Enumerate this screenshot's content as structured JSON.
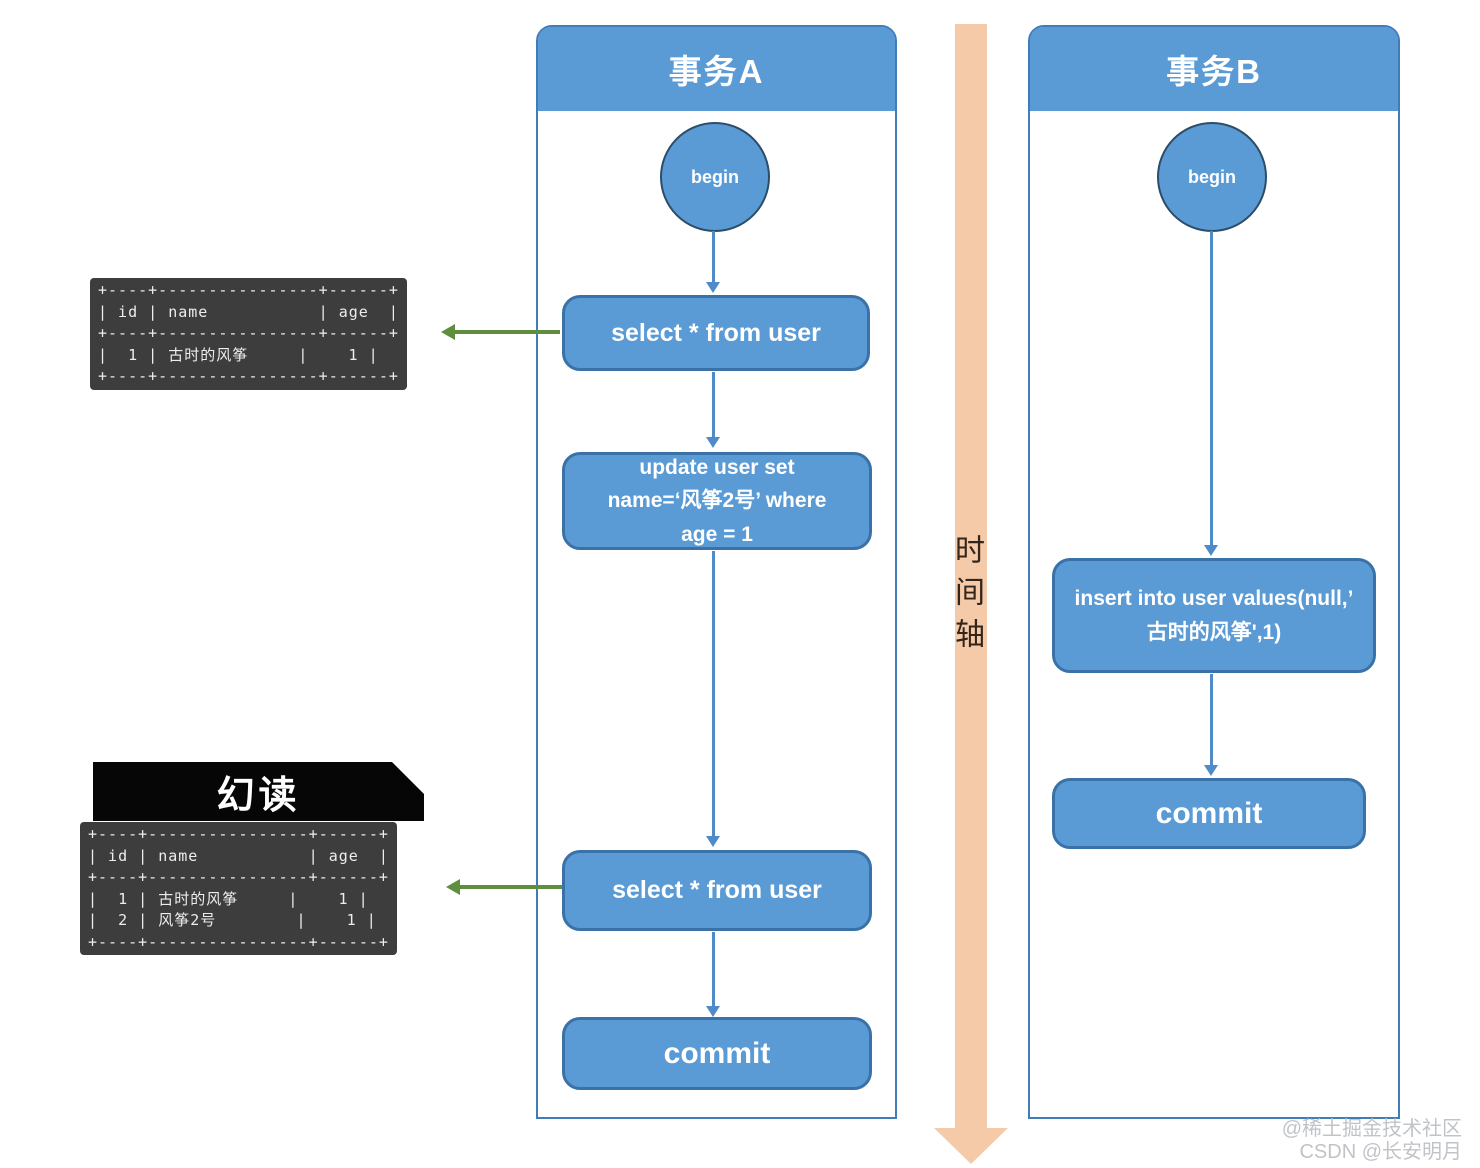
{
  "tx_a": {
    "title": "事务A",
    "begin": "begin",
    "select1": "select * from user",
    "update": "update user set\nname=‘风筝2号’ where\nage = 1",
    "select2": "select * from user",
    "commit": "commit"
  },
  "tx_b": {
    "title": "事务B",
    "begin": "begin",
    "insert": "insert into user values(null,’\n古时的风筝',1)",
    "commit": "commit"
  },
  "timeline": {
    "label": "时间轴"
  },
  "results": {
    "first_query": "+----+----------------+------+\n| id | name           | age  |\n+----+----------------+------+\n|  1 | 古时的风筝     |    1 |\n+----+----------------+------+",
    "phantom_title": "幻读",
    "second_query": "+----+----------------+------+\n| id | name           | age  |\n+----+----------------+------+\n|  1 | 古时的风筝     |    1 |\n|  2 | 风筝2号        |    1 |\n+----+----------------+------+"
  },
  "watermark": {
    "line1": "@稀土掘金技术社区",
    "line2": "CSDN @长安明月"
  },
  "colors": {
    "node_fill": "#5b9bd5",
    "node_border": "#3a72a8",
    "timeline_fill": "#f4caa9",
    "green_arrow": "#5f8f3e",
    "terminal_bg": "#3d3d3d",
    "label_bg": "#060606"
  }
}
